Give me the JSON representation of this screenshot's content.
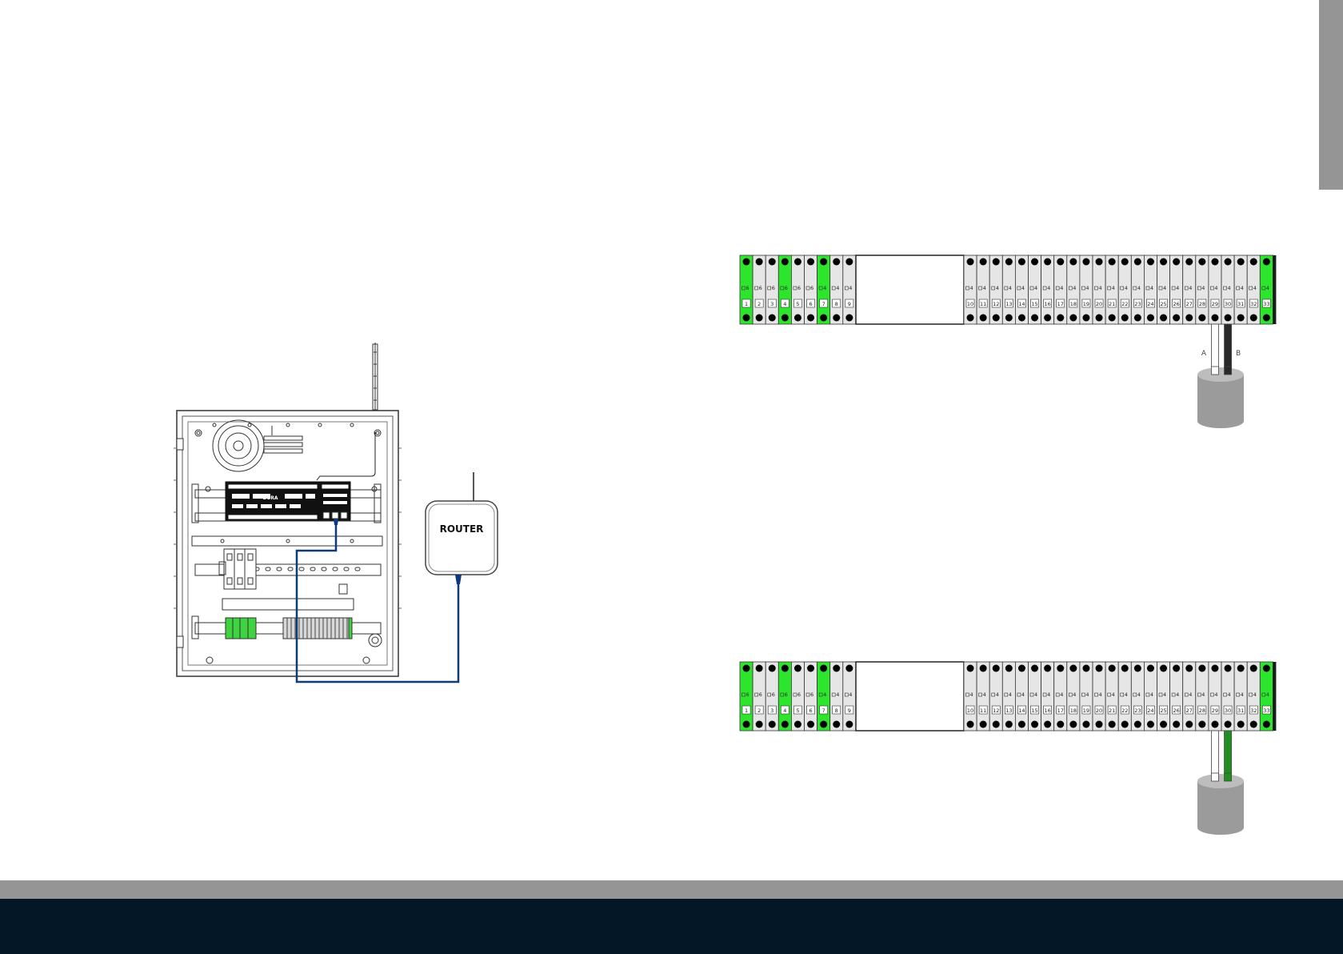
{
  "router": {
    "label": "ROUTER"
  },
  "cabinet": {
    "brand": "DURA"
  },
  "strips": [
    {
      "id": "strip-top",
      "terminals_left": [
        {
          "num": "1",
          "rating": "6",
          "highlight": true
        },
        {
          "num": "2",
          "rating": "6",
          "highlight": false
        },
        {
          "num": "3",
          "rating": "6",
          "highlight": false
        },
        {
          "num": "4",
          "rating": "6",
          "highlight": true
        },
        {
          "num": "5",
          "rating": "6",
          "highlight": false
        },
        {
          "num": "6",
          "rating": "6",
          "highlight": false
        },
        {
          "num": "7",
          "rating": "4",
          "highlight": true
        },
        {
          "num": "8",
          "rating": "4",
          "highlight": false
        },
        {
          "num": "9",
          "rating": "4",
          "highlight": false
        }
      ],
      "terminals_right": [
        {
          "num": "10",
          "rating": "4",
          "highlight": false
        },
        {
          "num": "11",
          "rating": "4",
          "highlight": false
        },
        {
          "num": "12",
          "rating": "4",
          "highlight": false
        },
        {
          "num": "13",
          "rating": "4",
          "highlight": false
        },
        {
          "num": "14",
          "rating": "4",
          "highlight": false
        },
        {
          "num": "15",
          "rating": "4",
          "highlight": false
        },
        {
          "num": "16",
          "rating": "4",
          "highlight": false
        },
        {
          "num": "17",
          "rating": "4",
          "highlight": false
        },
        {
          "num": "18",
          "rating": "4",
          "highlight": false
        },
        {
          "num": "19",
          "rating": "4",
          "highlight": false
        },
        {
          "num": "20",
          "rating": "4",
          "highlight": false
        },
        {
          "num": "21",
          "rating": "4",
          "highlight": false
        },
        {
          "num": "22",
          "rating": "4",
          "highlight": false
        },
        {
          "num": "23",
          "rating": "4",
          "highlight": false
        },
        {
          "num": "24",
          "rating": "4",
          "highlight": false
        },
        {
          "num": "25",
          "rating": "4",
          "highlight": false
        },
        {
          "num": "26",
          "rating": "4",
          "highlight": false
        },
        {
          "num": "27",
          "rating": "4",
          "highlight": false
        },
        {
          "num": "28",
          "rating": "4",
          "highlight": false
        },
        {
          "num": "29",
          "rating": "4",
          "highlight": false
        },
        {
          "num": "30",
          "rating": "4",
          "highlight": false
        },
        {
          "num": "31",
          "rating": "4",
          "highlight": false
        },
        {
          "num": "32",
          "rating": "4",
          "highlight": false
        },
        {
          "num": "33",
          "rating": "4",
          "highlight": true
        }
      ],
      "cable": {
        "wires": [
          {
            "label": "A",
            "color": "#ffffff"
          },
          {
            "label": "B",
            "color": "#2a2a2a"
          }
        ]
      }
    },
    {
      "id": "strip-bottom",
      "terminals_left": [
        {
          "num": "1",
          "rating": "6",
          "highlight": true
        },
        {
          "num": "2",
          "rating": "6",
          "highlight": false
        },
        {
          "num": "3",
          "rating": "6",
          "highlight": false
        },
        {
          "num": "4",
          "rating": "6",
          "highlight": true
        },
        {
          "num": "5",
          "rating": "6",
          "highlight": false
        },
        {
          "num": "6",
          "rating": "6",
          "highlight": false
        },
        {
          "num": "7",
          "rating": "4",
          "highlight": true
        },
        {
          "num": "8",
          "rating": "4",
          "highlight": false
        },
        {
          "num": "9",
          "rating": "4",
          "highlight": false
        }
      ],
      "terminals_right": [
        {
          "num": "10",
          "rating": "4",
          "highlight": false
        },
        {
          "num": "11",
          "rating": "4",
          "highlight": false
        },
        {
          "num": "12",
          "rating": "4",
          "highlight": false
        },
        {
          "num": "13",
          "rating": "4",
          "highlight": false
        },
        {
          "num": "14",
          "rating": "4",
          "highlight": false
        },
        {
          "num": "15",
          "rating": "4",
          "highlight": false
        },
        {
          "num": "16",
          "rating": "4",
          "highlight": false
        },
        {
          "num": "17",
          "rating": "4",
          "highlight": false
        },
        {
          "num": "18",
          "rating": "4",
          "highlight": false
        },
        {
          "num": "19",
          "rating": "4",
          "highlight": false
        },
        {
          "num": "20",
          "rating": "4",
          "highlight": false
        },
        {
          "num": "21",
          "rating": "4",
          "highlight": false
        },
        {
          "num": "22",
          "rating": "4",
          "highlight": false
        },
        {
          "num": "23",
          "rating": "4",
          "highlight": false
        },
        {
          "num": "24",
          "rating": "4",
          "highlight": false
        },
        {
          "num": "25",
          "rating": "4",
          "highlight": false
        },
        {
          "num": "26",
          "rating": "4",
          "highlight": false
        },
        {
          "num": "27",
          "rating": "4",
          "highlight": false
        },
        {
          "num": "28",
          "rating": "4",
          "highlight": false
        },
        {
          "num": "29",
          "rating": "4",
          "highlight": false
        },
        {
          "num": "30",
          "rating": "4",
          "highlight": false
        },
        {
          "num": "31",
          "rating": "4",
          "highlight": false
        },
        {
          "num": "32",
          "rating": "4",
          "highlight": false
        },
        {
          "num": "33",
          "rating": "4",
          "highlight": true
        }
      ],
      "cable": {
        "wires": [
          {
            "label": "",
            "color": "#ffffff"
          },
          {
            "label": "",
            "color": "#1f8f1f"
          }
        ]
      }
    }
  ],
  "colors": {
    "terminal_green": "#2ee52e",
    "terminal_grey": "#e6e6e6",
    "network_cable": "#0f3a7a",
    "cable_sheath": "#9b9b9b",
    "footer_grey": "#959595",
    "footer_dark": "#031727"
  }
}
